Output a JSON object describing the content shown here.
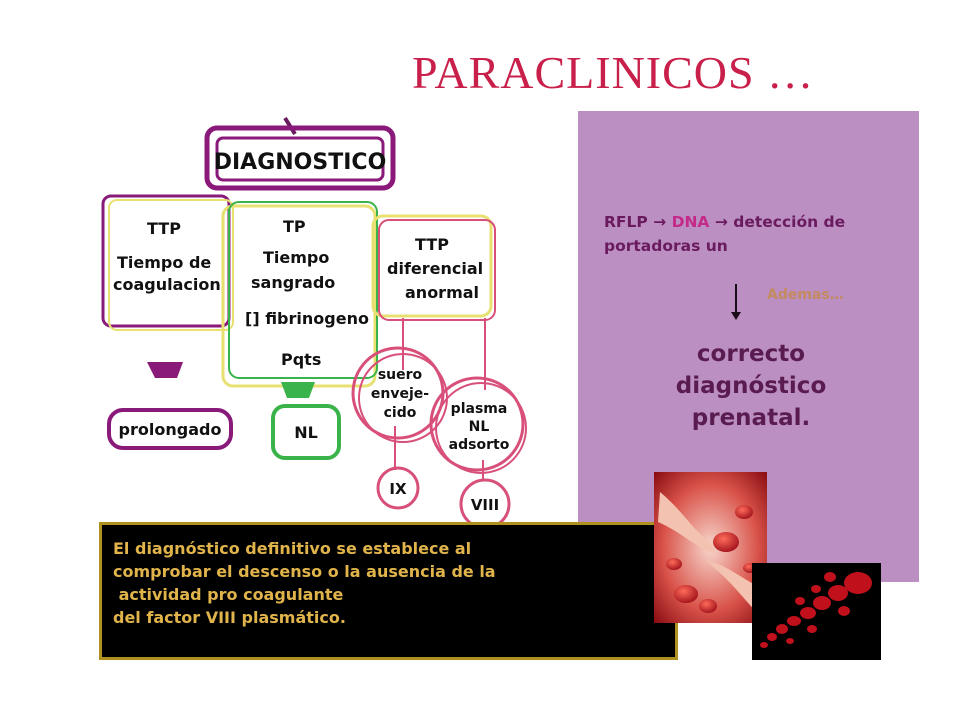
{
  "title": "PARACLINICOS …",
  "diagram": {
    "diagnostico": "DIAGNOSTICO",
    "box_ttp1": [
      "TTP",
      "Tiempo de",
      "coagulacion"
    ],
    "box_tp": [
      "TP",
      "Tiempo",
      "sangrado",
      "[] fibrinogeno",
      "Pqts"
    ],
    "box_ttp2": [
      "TTP",
      "diferencial",
      "anormal"
    ],
    "prolongado": "prolongado",
    "nl": "NL",
    "suero": [
      "suero",
      "enveje-",
      "cido"
    ],
    "plasma": [
      "plasma",
      "NL",
      "adsorto"
    ],
    "factor_ix": "IX",
    "factor_viii": "VIII"
  },
  "panel": {
    "rflp_prefix": "RFLP",
    "rflp_dna": "DNA",
    "rflp_suffix": "detección de portadoras un",
    "ademas": "Ademas…",
    "correcto": "correcto diagnóstico prenatal."
  },
  "note": {
    "text": "El diagnóstico definitivo se establece al\ncomprobar el descenso o la ausencia de la\n actividad pro coagulante\ndel factor VIII plasmático."
  },
  "colors": {
    "title": "#c8204a",
    "panel": "#bb8fc1",
    "diagram_purple": "#8a1a7a",
    "diagram_green": "#3ab34a",
    "diagram_yellow": "#e8e070",
    "diagram_pink": "#d8507a",
    "note_border": "#b0901e",
    "note_text": "#e0b44a"
  }
}
